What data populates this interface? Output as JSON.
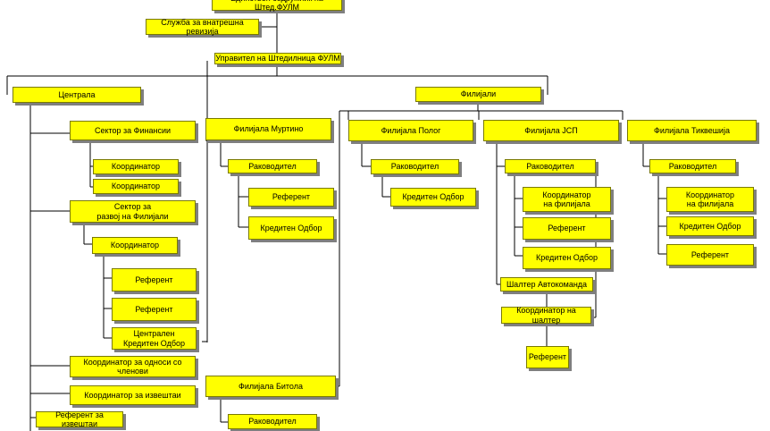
{
  "colors": {
    "box_fill": "#ffff00",
    "box_border": "#7a7a00",
    "shadow": "#7f7f7f",
    "connector": "#000000",
    "background": "#ffffff"
  },
  "nodes": {
    "top": "Единствен содружник на Штед.ФУЛМ",
    "internal_audit": "Служба за внатрешна ревизија",
    "manager": "Управител на Штедилница ФУЛМ",
    "central": "Централа",
    "branches": "Филијали",
    "finance_sector": "Сектор за Финансии",
    "fin_coord_1": "Координатор",
    "fin_coord_2": "Координатор",
    "dev_sector": "Сектор за\nразвој на Филијали",
    "dev_coord": "Координатор",
    "dev_ref_1": "Референт",
    "dev_ref_2": "Референт",
    "central_credit": "Централен\nКредитен Одбор",
    "member_coord": "Координатор  за односи со членови",
    "report_coord": "Координатор за извештаи",
    "report_ref": "Референт за извештаи",
    "murtino": "Филијала Муртино",
    "murtino_head": "Раководител",
    "murtino_ref": "Референт",
    "murtino_credit": "Кредитен Одбор",
    "bitola": "Филијала Битола",
    "bitola_head": "Раководител",
    "polog": "Филијала Полог",
    "polog_head": "Раководител",
    "polog_credit": "Кредитен Одбор",
    "jsp": "Филијала ЈСП",
    "jsp_head": "Раководител",
    "jsp_coord": "Координатор\nна филијала",
    "jsp_ref": "Референт",
    "jsp_credit": "Кредитен Одбор",
    "jsp_counter": "Шалтер Автокоманда",
    "jsp_counter_coord": "Координатор на шалтер",
    "jsp_counter_ref": "Референт",
    "tikves": "Филијала Тиквешија",
    "tikves_head": "Раководител",
    "tikves_coord": "Координатор\nна филијала",
    "tikves_credit": "Кредитен Одбор",
    "tikves_ref": "Референт"
  }
}
